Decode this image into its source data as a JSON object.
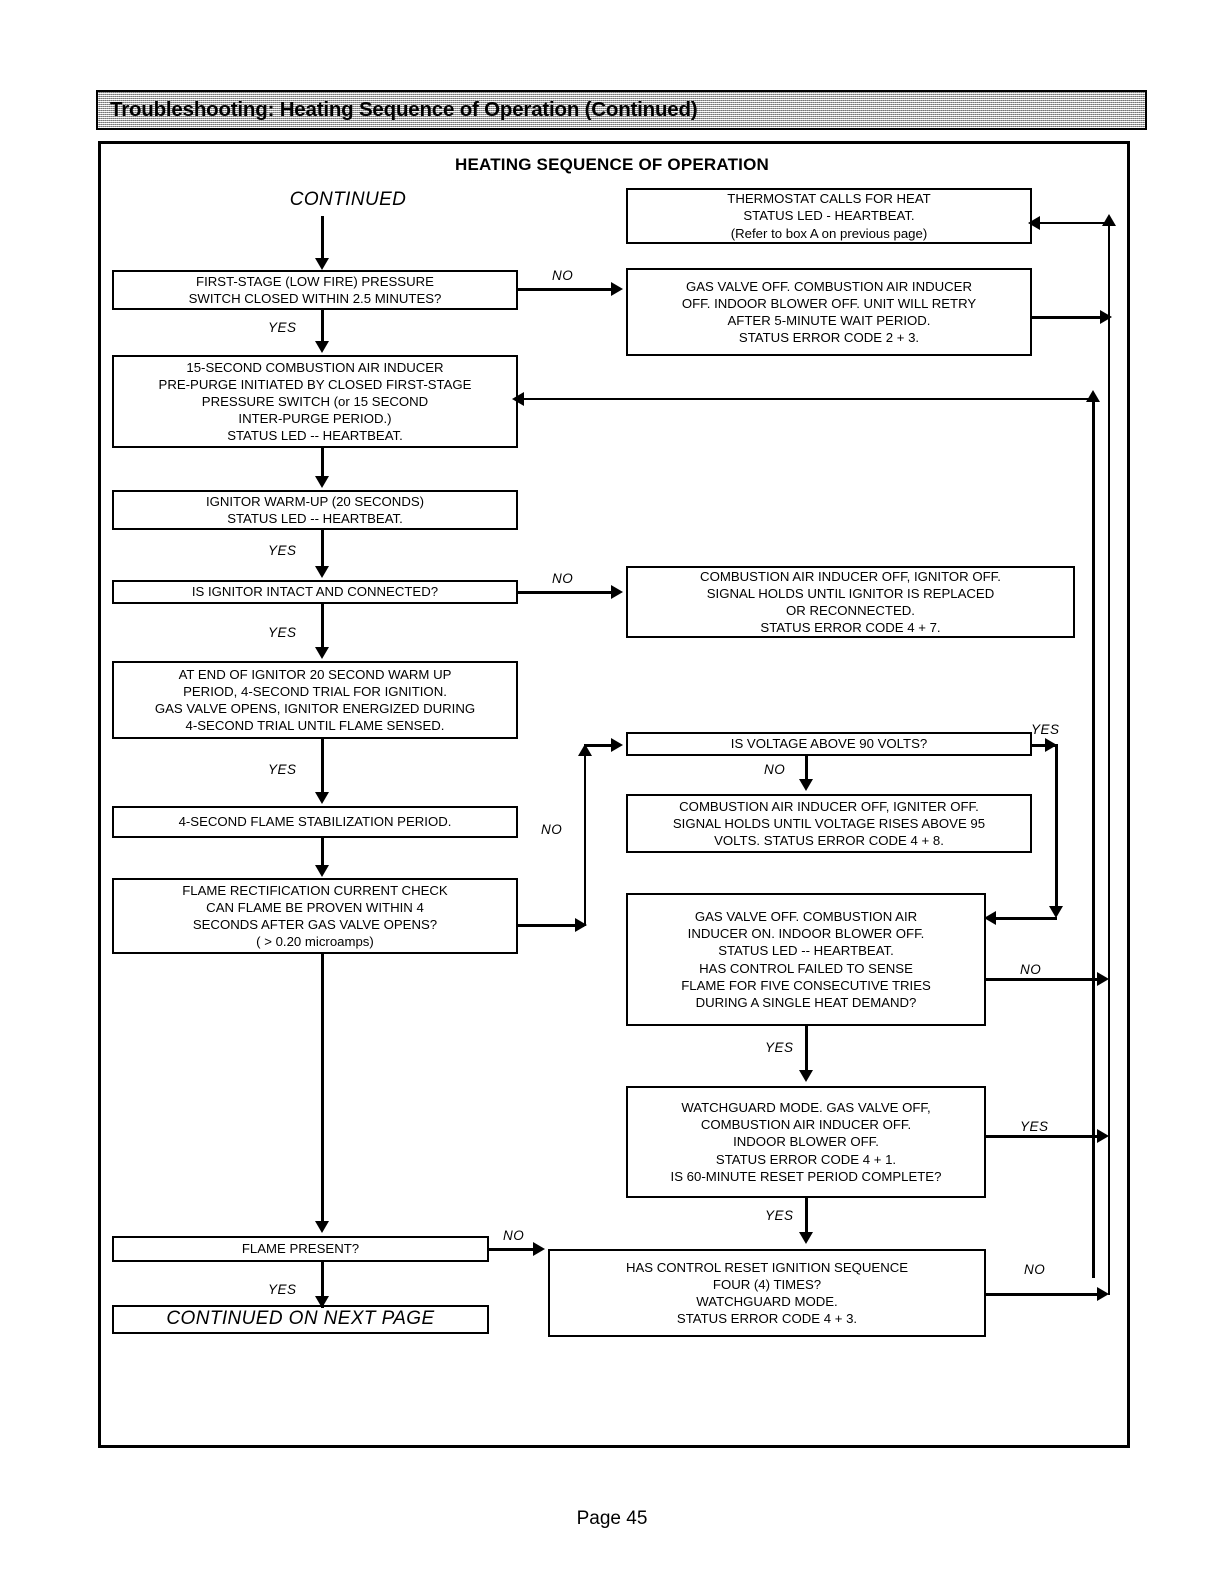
{
  "document": {
    "banner_title": "Troubleshooting: Heating Sequence of Operation (Continued)",
    "chart_title": "HEATING SEQUENCE OF OPERATION",
    "continued_label": "CONTINUED",
    "page_number": "Page 45"
  },
  "chart_data": {
    "type": "diagram",
    "title": "HEATING SEQUENCE OF OPERATION",
    "nodes": [
      {
        "id": "thermostat",
        "lines": [
          "THERMOSTAT CALLS FOR HEAT",
          "STATUS LED - HEARTBEAT.",
          "(Refer to box A on previous page)"
        ]
      },
      {
        "id": "first-stage-pressure-switch",
        "lines": [
          "FIRST-STAGE (LOW FIRE) PRESSURE",
          "SWITCH CLOSED WITHIN 2.5 MINUTES?"
        ]
      },
      {
        "id": "gas-valve-off-retry",
        "lines": [
          "GAS VALVE OFF. COMBUSTION AIR INDUCER",
          "OFF. INDOOR BLOWER OFF. UNIT WILL RETRY",
          "AFTER 5-MINUTE WAIT PERIOD.",
          "STATUS ERROR CODE 2 + 3."
        ]
      },
      {
        "id": "pre-purge",
        "lines": [
          "15-SECOND COMBUSTION AIR INDUCER",
          "PRE-PURGE INITIATED BY CLOSED FIRST-STAGE",
          "PRESSURE SWITCH (or 15 SECOND",
          "INTER-PURGE PERIOD.)",
          "STATUS LED -- HEARTBEAT."
        ]
      },
      {
        "id": "ignitor-warm-up",
        "lines": [
          "IGNITOR WARM-UP (20 SECONDS)",
          "STATUS LED -- HEARTBEAT."
        ]
      },
      {
        "id": "is-ignitor-intact",
        "lines": [
          "IS IGNITOR INTACT AND CONNECTED?"
        ]
      },
      {
        "id": "ignitor-off-hold",
        "lines": [
          "COMBUSTION AIR INDUCER OFF, IGNITOR OFF.",
          "SIGNAL HOLDS UNTIL IGNITOR IS REPLACED",
          "OR RECONNECTED.",
          "STATUS ERROR CODE 4 + 7."
        ]
      },
      {
        "id": "trial-for-ignition",
        "lines": [
          "AT END OF IGNITOR 20 SECOND WARM UP",
          "PERIOD, 4-SECOND TRIAL FOR IGNITION.",
          "GAS VALVE OPENS, IGNITOR ENERGIZED DURING",
          "4-SECOND TRIAL UNTIL FLAME SENSED."
        ]
      },
      {
        "id": "is-voltage-above-90",
        "lines": [
          "IS VOLTAGE ABOVE 90 VOLTS?"
        ]
      },
      {
        "id": "flame-stabilization",
        "lines": [
          "4-SECOND FLAME STABILIZATION PERIOD."
        ]
      },
      {
        "id": "voltage-hold",
        "lines": [
          "COMBUSTION AIR INDUCER OFF, IGNITER OFF.",
          "SIGNAL HOLDS UNTIL VOLTAGE RISES ABOVE 95",
          "VOLTS. STATUS ERROR CODE 4 + 8."
        ]
      },
      {
        "id": "flame-rectification",
        "lines": [
          "FLAME RECTIFICATION CURRENT CHECK",
          "CAN FLAME BE PROVEN WITHIN 4",
          "SECONDS AFTER GAS VALVE OPENS?",
          "( > 0.20 microamps)"
        ]
      },
      {
        "id": "five-consecutive-tries",
        "lines": [
          "GAS VALVE OFF. COMBUSTION AIR",
          "INDUCER ON. INDOOR BLOWER OFF.",
          "STATUS LED -- HEARTBEAT.",
          "HAS CONTROL FAILED TO SENSE",
          "FLAME FOR FIVE CONSECUTIVE TRIES",
          "DURING A SINGLE HEAT DEMAND?"
        ]
      },
      {
        "id": "watchguard-60-minute",
        "lines": [
          "WATCHGUARD MODE. GAS VALVE OFF,",
          "COMBUSTION AIR INDUCER OFF.",
          "INDOOR BLOWER OFF.",
          "STATUS ERROR CODE 4 + 1.",
          "IS 60-MINUTE RESET PERIOD COMPLETE?"
        ]
      },
      {
        "id": "flame-present",
        "lines": [
          "FLAME PRESENT?"
        ]
      },
      {
        "id": "reset-four-times",
        "lines": [
          "HAS CONTROL RESET IGNITION SEQUENCE",
          "FOUR (4) TIMES?",
          "WATCHGUARD MODE.",
          "STATUS ERROR CODE 4 + 3."
        ]
      },
      {
        "id": "continued-on-next-page",
        "lines": [
          "CONTINUED ON NEXT PAGE"
        ]
      }
    ],
    "edge_labels": {
      "no_first_stage": "NO",
      "yes_first_stage": "YES",
      "yes_warm_up": "YES",
      "no_ignitor": "NO",
      "yes_ignitor": "YES",
      "yes_trial": "YES",
      "yes_voltage": "YES",
      "no_voltage": "NO",
      "no_flame_rect": "NO",
      "no_five_tries": "NO",
      "yes_five_tries": "YES",
      "yes_watchguard": "YES",
      "yes_watchguard_down": "YES",
      "no_flame_present": "NO",
      "yes_flame_present": "YES",
      "no_reset_four": "NO"
    }
  }
}
